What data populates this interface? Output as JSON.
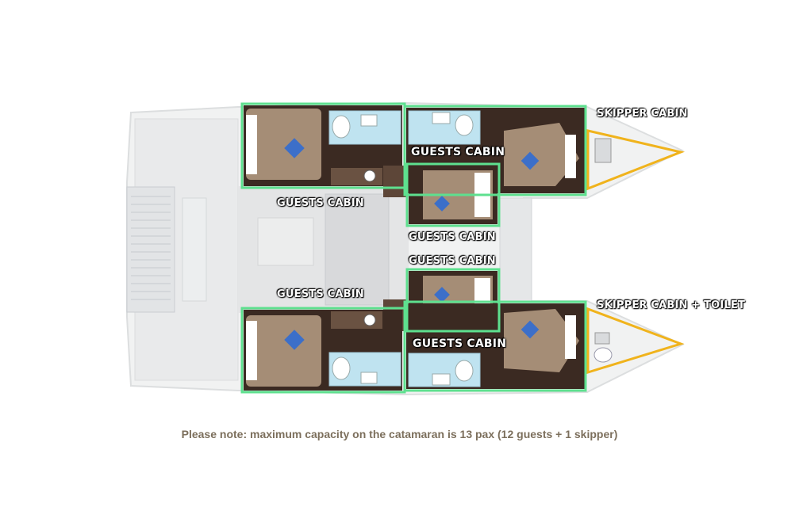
{
  "labels": {
    "skipper_cabin": "SKIPPER CABIN",
    "skipper_cabin_toilet": "SKIPPER CABIN + TOILET",
    "guests_cabin_fwd_top": "GUESTS CABIN",
    "guests_cabin_aft_top": "GUESTS CABIN",
    "guests_cabin_mid_top": "GUESTS CABIN",
    "guests_cabin_mid_bottom": "GUESTS CABIN",
    "guests_cabin_aft_bottom": "GUESTS CABIN",
    "guests_cabin_fwd_bottom": "GUESTS CABIN"
  },
  "note": "Please note: maximum capacity on the catamaran is 13 pax (12 guests + 1 skipper)",
  "colors": {
    "guest_outline": "#5ee08f",
    "skipper_outline": "#f0b31c",
    "floor": "#3b2a22",
    "bed": "#a58d76",
    "deck": "#eceeee",
    "bath": "#bfe3f0",
    "pillow": "#3c6fc9"
  }
}
